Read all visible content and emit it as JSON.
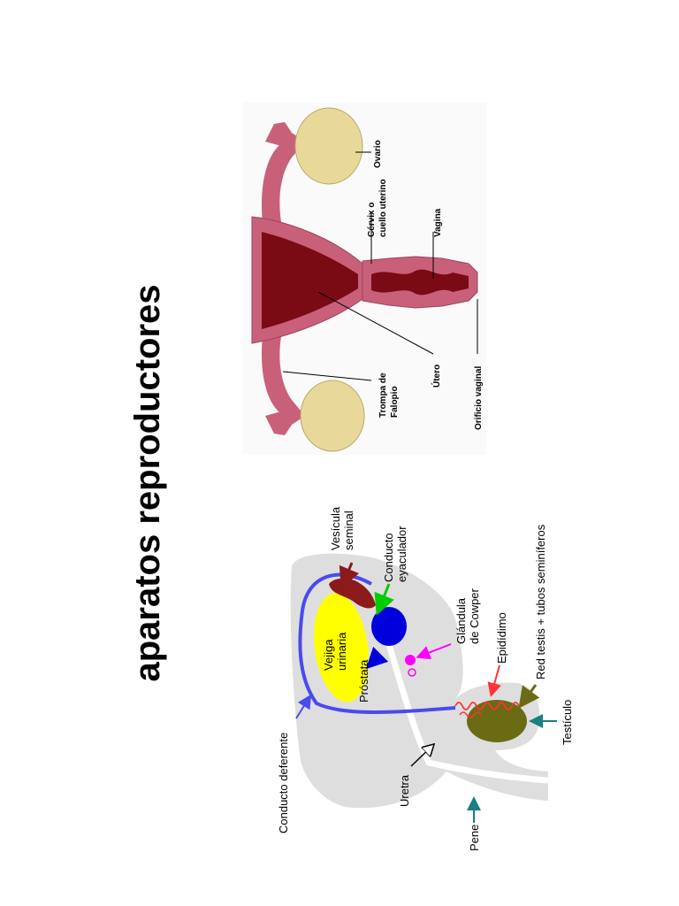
{
  "title": "aparatos reproductores",
  "female_labels": {
    "ovario": "Ovario",
    "cervix_line1": "Cérvix o",
    "cervix_line2": "cuello uterino",
    "vagina": "Vagina",
    "trompa_line1": "Trompa de",
    "trompa_line2": "Falopio",
    "utero": "Útero",
    "orificio": "Orificio vaginal"
  },
  "male_labels": {
    "conducto_deferente": "Conducto deferente",
    "pene": "Pene",
    "uretra": "Uretra",
    "testiculo": "Testículo",
    "vejiga_line1": "Vejiga",
    "vejiga_line2": "urinaria",
    "prostata": "Próstata",
    "vesicula_line1": "Vesícula",
    "vesicula_line2": "seminal",
    "conducto_eyaculador_line1": "Conducto",
    "conducto_eyaculador_line2": "eyaculador",
    "glandula_line1": "Glándula",
    "glandula_line2": "de Cowper",
    "epididimo": "Epidídimo",
    "red_testis": "Red testis + tubos seminíferos"
  },
  "colors": {
    "uterus_pink": "#c9607a",
    "uterus_dark": "#7a0a14",
    "ovary": "#e8d99a",
    "body_gray": "#dedede",
    "vas_blue": "#4a4aee",
    "bladder": "#ffff00",
    "prostate": "#0000dd",
    "vesicle": "#8b1a1a",
    "testis": "#6b6b14",
    "cowper": "#ff00ff",
    "epididymis": "#ff3333",
    "teal": "#1a8080",
    "green": "#00cc00"
  }
}
